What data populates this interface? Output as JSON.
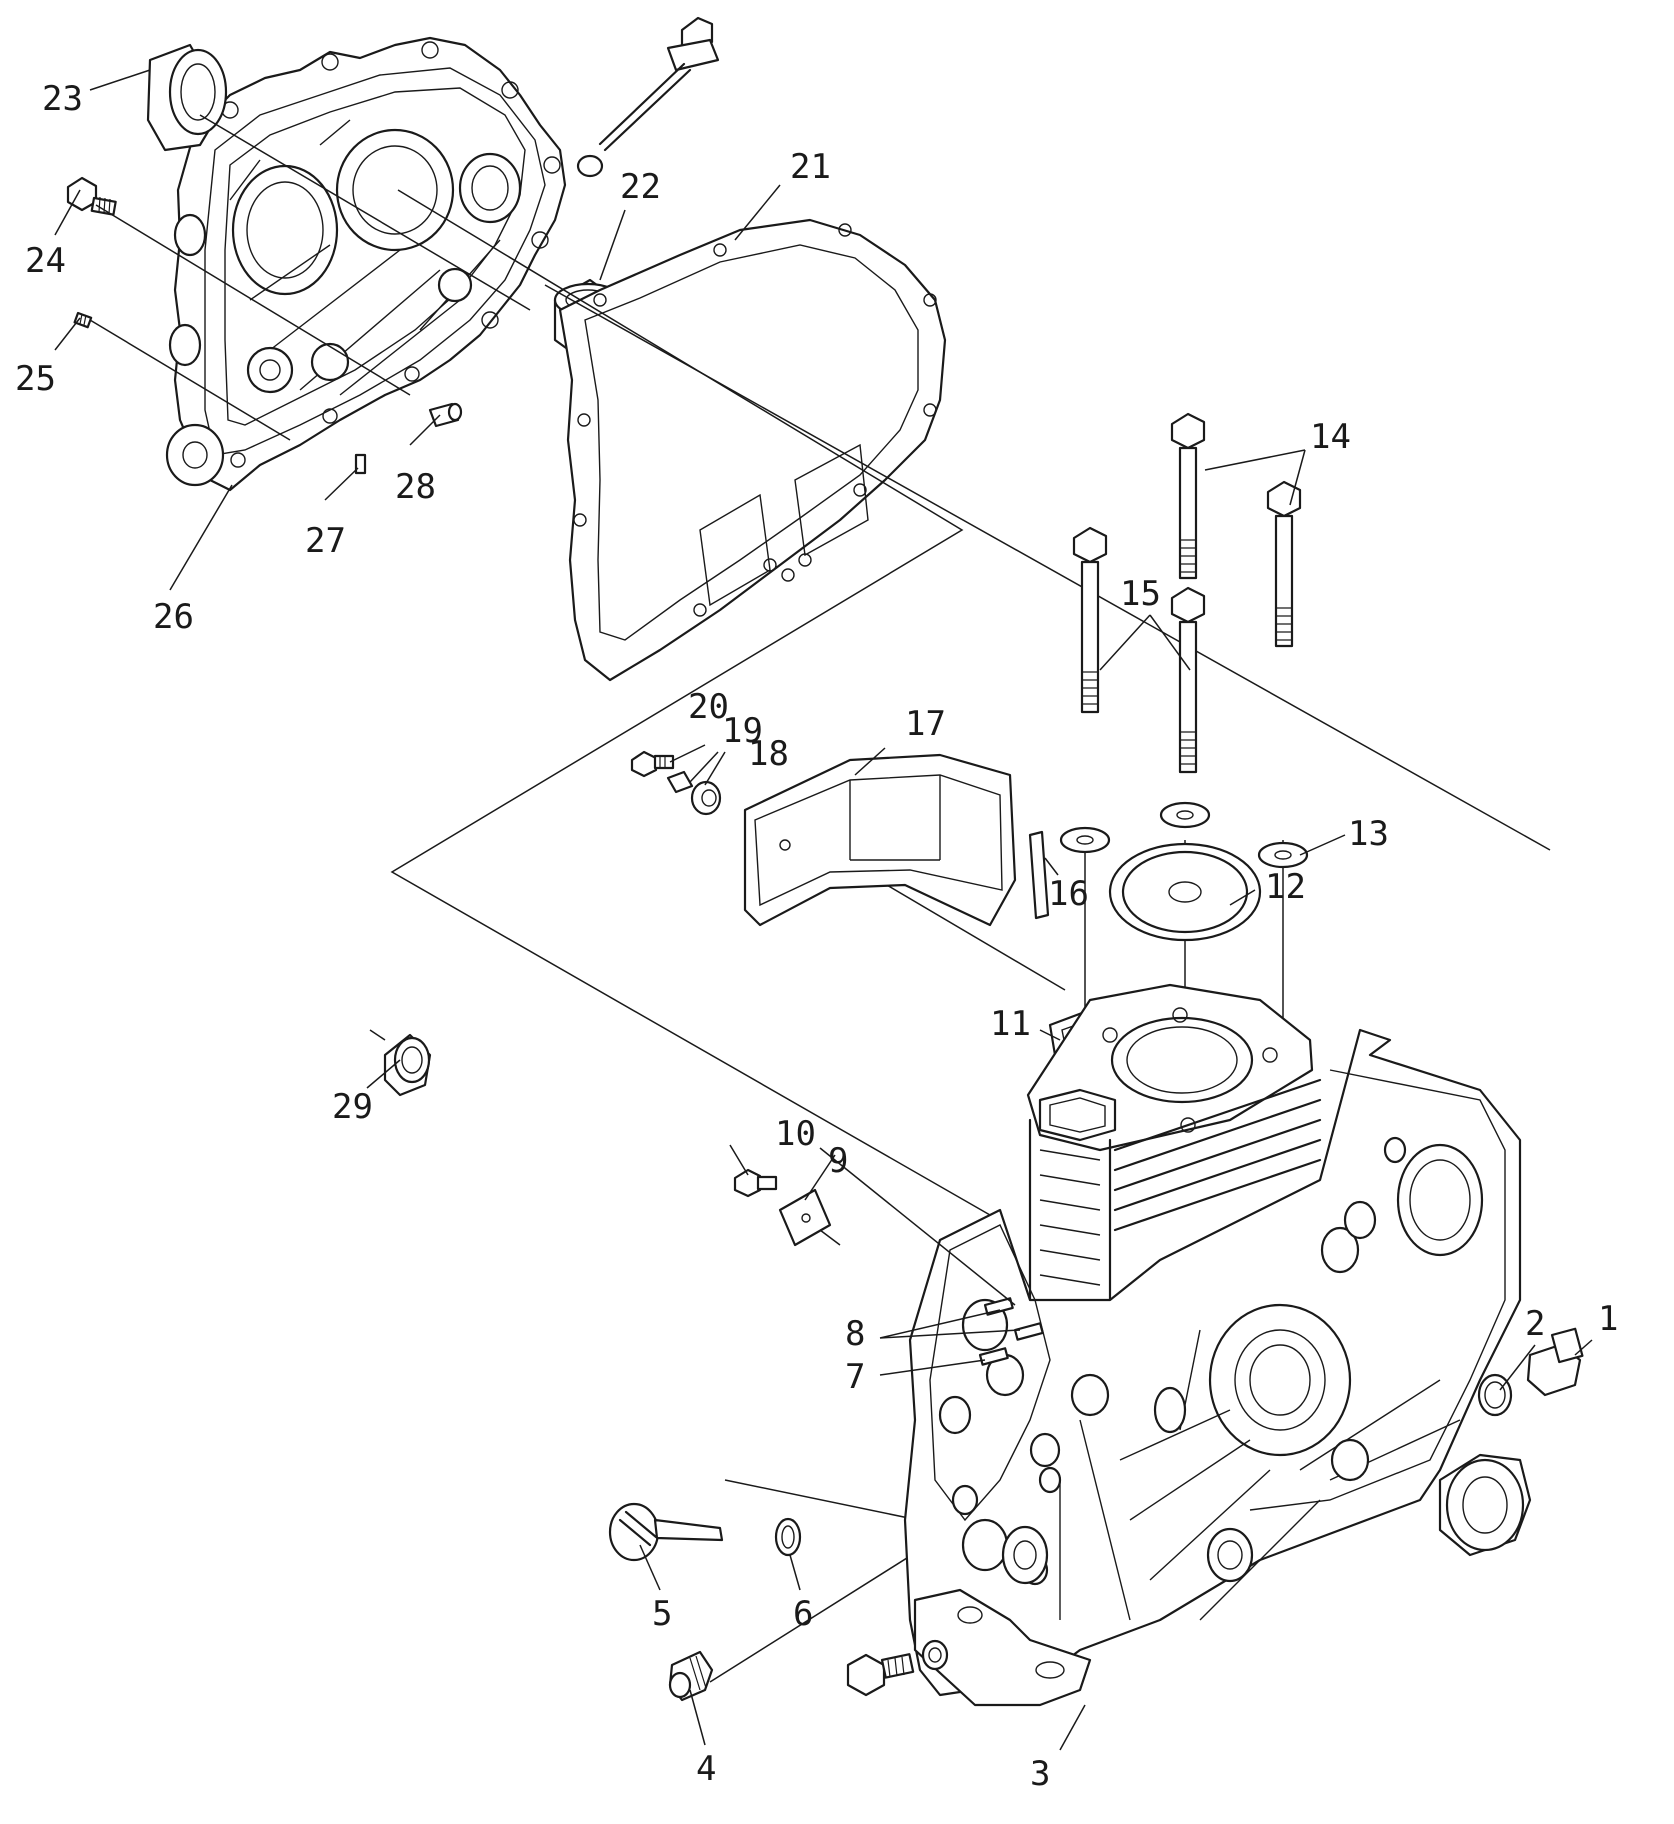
{
  "diagram": {
    "callouts": [
      {
        "id": "c1",
        "text": "1"
      },
      {
        "id": "c2",
        "text": "2"
      },
      {
        "id": "c3",
        "text": "3"
      },
      {
        "id": "c4",
        "text": "4"
      },
      {
        "id": "c5",
        "text": "5"
      },
      {
        "id": "c6",
        "text": "6"
      },
      {
        "id": "c7",
        "text": "7"
      },
      {
        "id": "c8",
        "text": "8"
      },
      {
        "id": "c9",
        "text": "9"
      },
      {
        "id": "c10",
        "text": "10"
      },
      {
        "id": "c11",
        "text": "11"
      },
      {
        "id": "c12",
        "text": "12"
      },
      {
        "id": "c13",
        "text": "13"
      },
      {
        "id": "c14",
        "text": "14"
      },
      {
        "id": "c15",
        "text": "15"
      },
      {
        "id": "c16",
        "text": "16"
      },
      {
        "id": "c17",
        "text": "17"
      },
      {
        "id": "c18",
        "text": "18"
      },
      {
        "id": "c19",
        "text": "19"
      },
      {
        "id": "c20",
        "text": "20"
      },
      {
        "id": "c21",
        "text": "21"
      },
      {
        "id": "c22",
        "text": "22"
      },
      {
        "id": "c23",
        "text": "23"
      },
      {
        "id": "c24",
        "text": "24"
      },
      {
        "id": "c25",
        "text": "25"
      },
      {
        "id": "c26",
        "text": "26"
      },
      {
        "id": "c27",
        "text": "27"
      },
      {
        "id": "c28",
        "text": "28"
      },
      {
        "id": "c29",
        "text": "29"
      }
    ],
    "colors": {
      "ink": "#1a1a1a",
      "paper": "#ffffff"
    }
  }
}
